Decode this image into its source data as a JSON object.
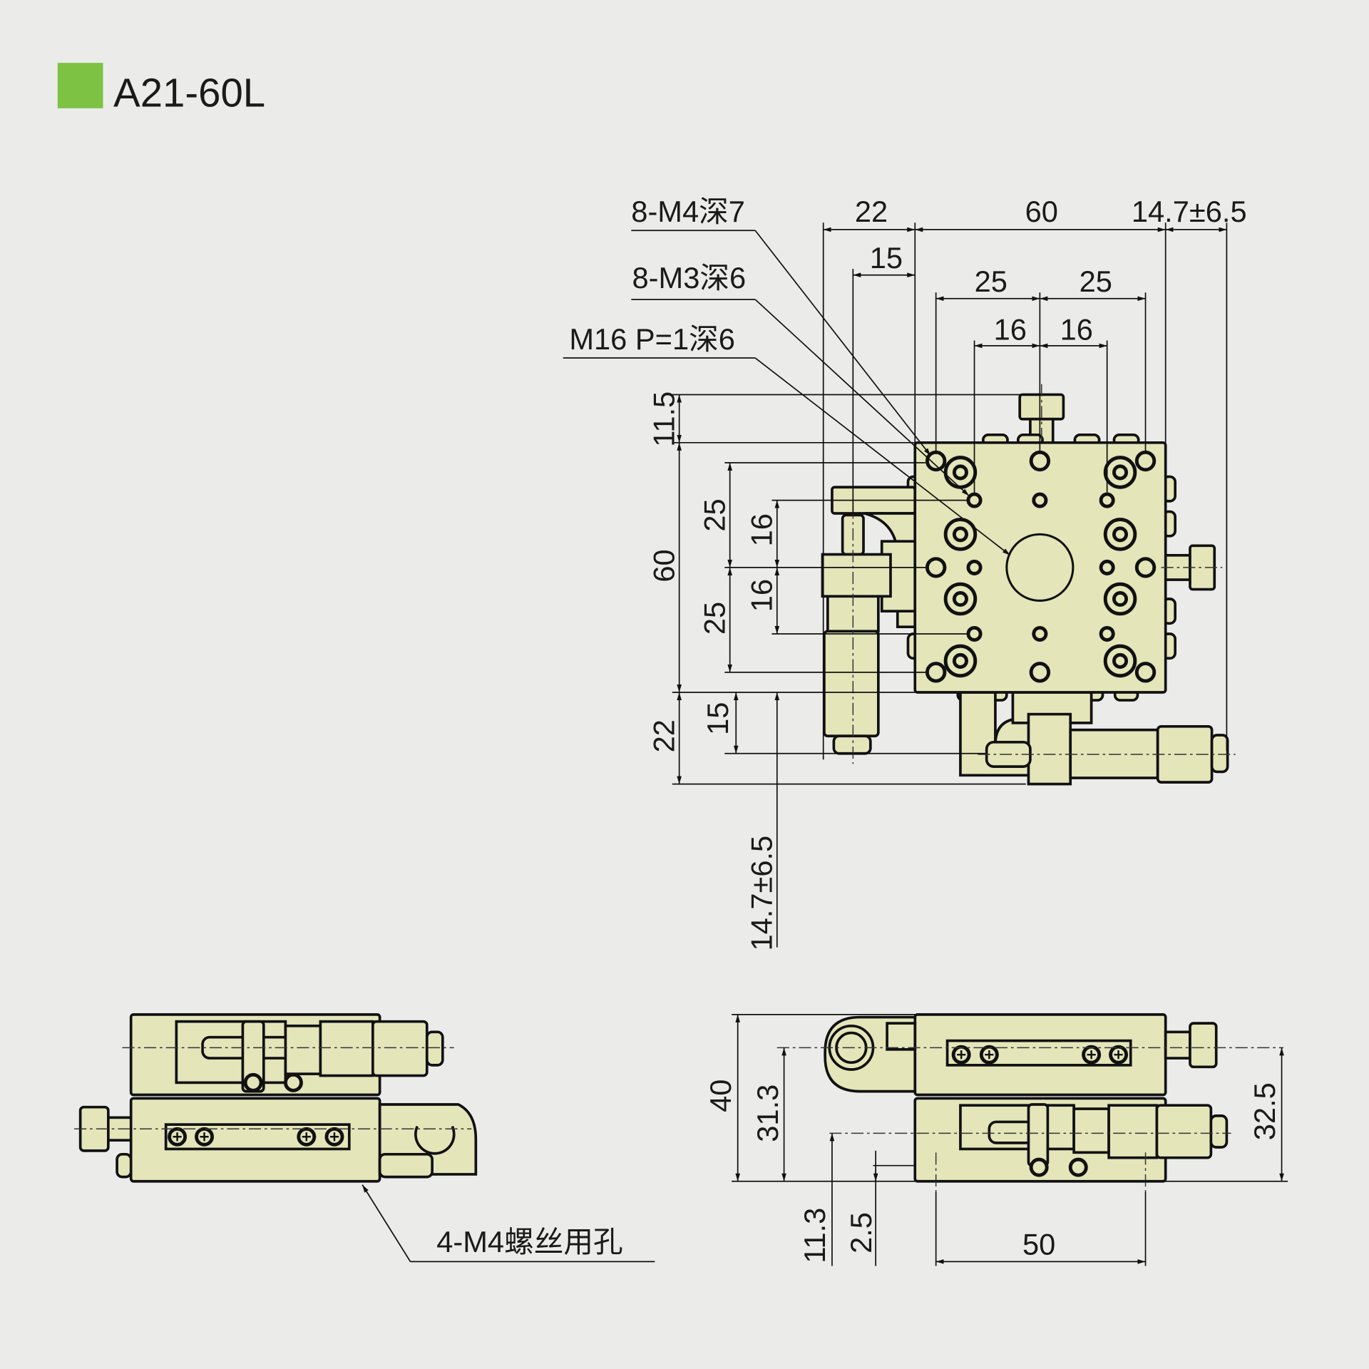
{
  "header": {
    "title": "A21-60L",
    "marker_color": "#7dc242"
  },
  "top_view": {
    "callouts": {
      "m4": "8-M4深7",
      "m3": "8-M3深6",
      "m16": "M16 P=1深6"
    },
    "dims_top": {
      "d22": "22",
      "d60": "60",
      "d_travel": "14.7±6.5",
      "d15": "15",
      "d25a": "25",
      "d25b": "25",
      "d16a": "16",
      "d16b": "16"
    },
    "dims_left": {
      "d11_5": "11.5",
      "d60": "60",
      "d22": "22",
      "d25a": "25",
      "d25b": "25",
      "d16a": "16",
      "d16b": "16",
      "d15": "15",
      "d_travel": "14.7±6.5"
    }
  },
  "side_view": {
    "callout": "4-M4螺丝用孔"
  },
  "front_view": {
    "d40": "40",
    "d31_3": "31.3",
    "d11_3": "11.3",
    "d2_5": "2.5",
    "d50": "50",
    "d32_5": "32.5"
  },
  "colors": {
    "part_fill": "#e4e5b9",
    "background": "#ebebea"
  }
}
